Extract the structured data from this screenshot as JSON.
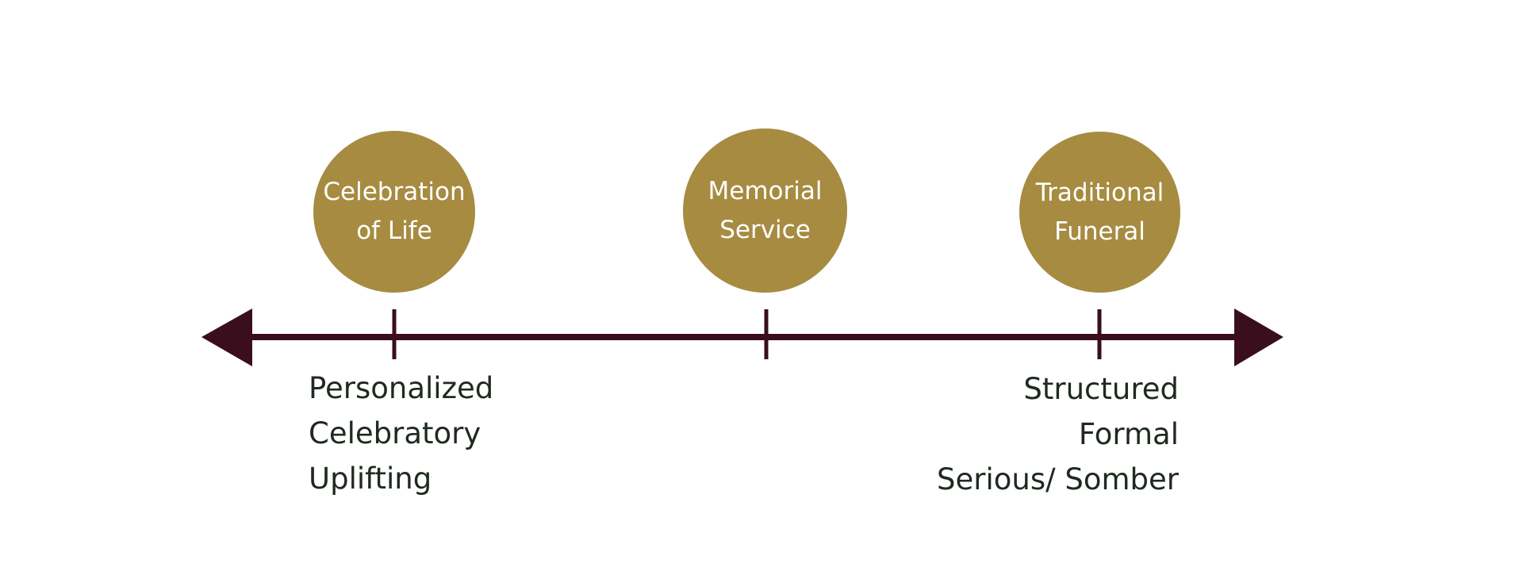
{
  "colors": {
    "axis": "#3a0e1c",
    "circle_fill": "#a68b41",
    "circle_text": "#ffffff",
    "descriptor_text": "#1f2a1f"
  },
  "service_types": [
    {
      "line1": "Celebration",
      "line2": "of Life"
    },
    {
      "line1": "Memorial",
      "line2": "Service"
    },
    {
      "line1": "Traditional",
      "line2": "Funeral"
    }
  ],
  "left_descriptors": [
    "Personalized",
    "Celebratory",
    "Uplifting"
  ],
  "right_descriptors": [
    "Structured",
    "Formal",
    "Serious/ Somber"
  ]
}
